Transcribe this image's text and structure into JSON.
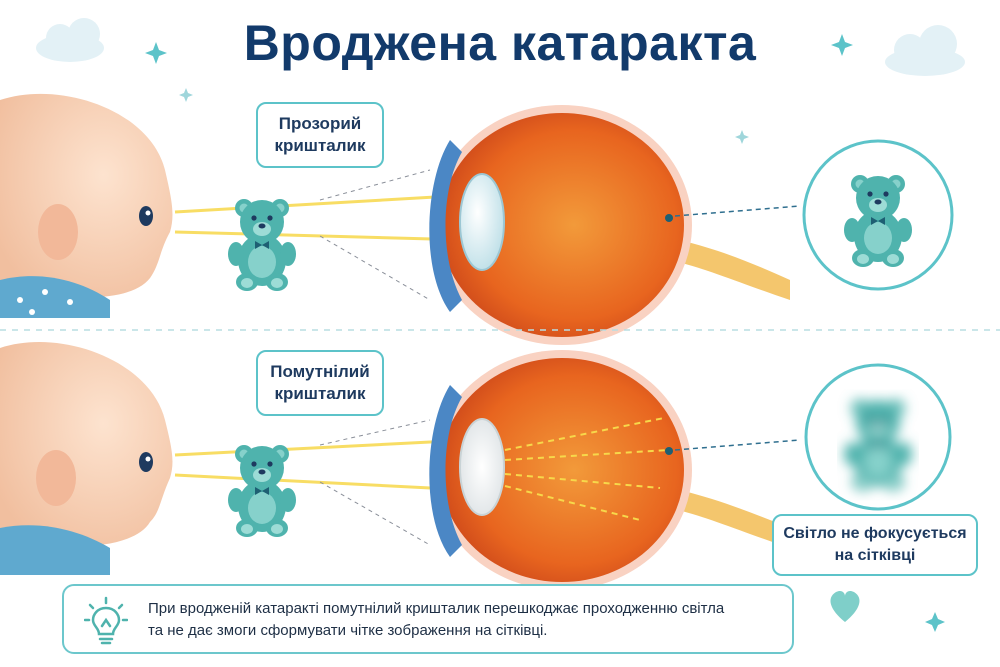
{
  "title": "Вроджена катаракта",
  "labels": {
    "clear_lens": [
      "Прозорий",
      "кришталик"
    ],
    "cloudy_lens": [
      "Помутнілий",
      "кришталик"
    ],
    "unfocused": [
      "Світло не фокусується",
      "на сітківці"
    ]
  },
  "info": {
    "line1": "При вродженій катаракті помутнілий кришталик перешкоджає проходженню світла",
    "line2": "та не дає змоги сформувати чітке зображення на сітківці."
  },
  "colors": {
    "title": "#123a6b",
    "accent": "#5cc3c9",
    "teddy": "#4fb3ad",
    "eye": "#e8651f",
    "light_ray": "#f7d84a"
  },
  "icons": [
    "cloud-icon",
    "star-icon",
    "lightbulb-icon",
    "heart-icon",
    "teddy-bear-icon"
  ]
}
